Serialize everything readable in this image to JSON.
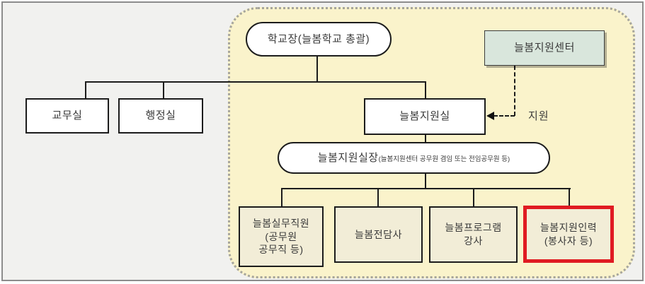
{
  "colors": {
    "outer_bg": "#f1f1ef",
    "panel_bg": "#faf3cb",
    "green_box_bg": "#d9e6dc",
    "staff_box_bg": "#f2edd7",
    "highlight_red": "#e01b22",
    "line": "#1c1c1c"
  },
  "org_chart": {
    "principal": "학교장(늘봄학교 총괄)",
    "support_center": "늘봄지원센터",
    "academic_office": "교무실",
    "admin_office": "행정실",
    "neulbom_support_office": "늘봄지원실",
    "support_arrow_label": "지원",
    "head_title": "늘봄지원실장",
    "head_subtitle": "(늘봄지원센터 공무원 겸임 또는 전임공무원 등)",
    "staff": [
      {
        "lines": [
          "늘봄실무직원",
          "(공무원",
          "공무직 등)"
        ],
        "highlighted": false
      },
      {
        "lines": [
          "늘봄전담사"
        ],
        "highlighted": false
      },
      {
        "lines": [
          "늘봄프로그램",
          "강사"
        ],
        "highlighted": false
      },
      {
        "lines": [
          "늘봄지원인력",
          "(봉사자 등)"
        ],
        "highlighted": true
      }
    ]
  }
}
